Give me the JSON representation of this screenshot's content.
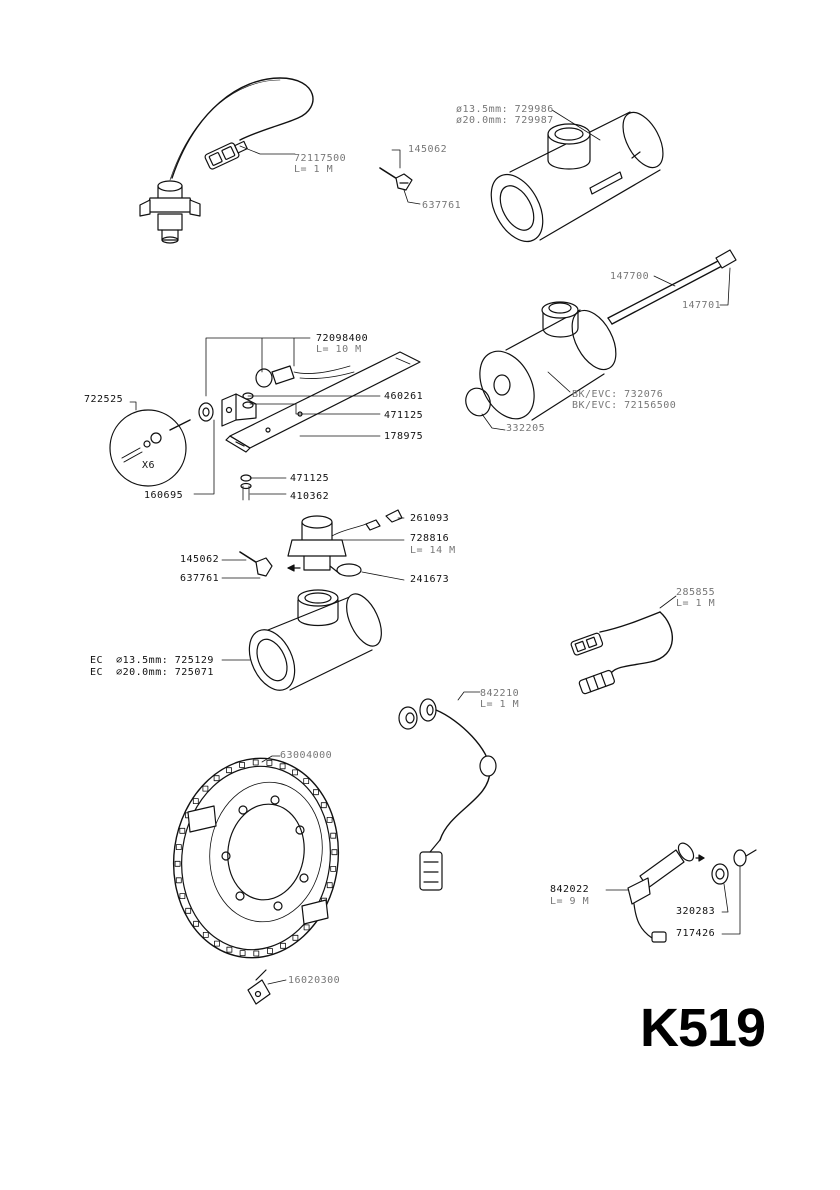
{
  "sheet_code": "K519",
  "labels": {
    "sensor_top_part": "72117500",
    "sensor_top_len": "L= 1 M",
    "pin_top": "145062",
    "clip_top": "637761",
    "pipe_diam_1": "ø13.5mm: 729986",
    "pipe_diam_2": "ø20.0mm: 729987",
    "rod_part": "147700",
    "rod_nut": "147701",
    "pipe2_bk1": "BK/EVC: 732076",
    "pipe2_bk2": "BK/EVC: 72156500",
    "oring_332205": "332205",
    "bracket_cable": "72098400",
    "bracket_cable_len": "L= 10 M",
    "kit_722525": "722525",
    "kit_qty": "X6",
    "washer_460261": "460261",
    "washer_471125a": "471125",
    "bracket_178975": "178975",
    "washer_471125b": "471125",
    "screw_410362": "410362",
    "nut_160695": "160695",
    "plug_261093": "261093",
    "sensor_728816": "728816",
    "sensor_728816_len": "L= 14 M",
    "pin_145062": "145062",
    "clip_637761": "637761",
    "oring_241673": "241673",
    "ec_1": "EC  ∅13.5mm: 725129",
    "ec_2": "EC  ∅20.0mm: 725071",
    "cable_285855": "285855",
    "cable_285855_len": "L= 1 M",
    "cable_842210": "842210",
    "cable_842210_len": "L= 1 M",
    "ring_63004000": "63004000",
    "clip_16020300": "16020300",
    "cable_842022": "842022",
    "cable_842022_len": "L= 9 M",
    "nut_320283": "320283",
    "part_717426": "717426"
  }
}
